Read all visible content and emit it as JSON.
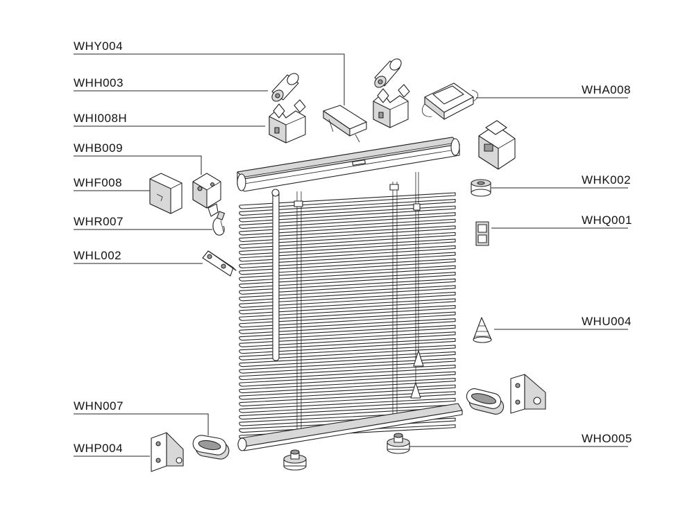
{
  "labels": {
    "why004": "WHY004",
    "whh003": "WHH003",
    "whi008h": "WHI008H",
    "whb009": "WHB009",
    "whf008": "WHF008",
    "whr007": "WHR007",
    "whl002": "WHL002",
    "whn007": "WHN007",
    "whp004": "WHP004",
    "wha008": "WHA008",
    "whk002": "WHK002",
    "whq001": "WHQ001",
    "whu004": "WHU004",
    "who005": "WHO005"
  }
}
